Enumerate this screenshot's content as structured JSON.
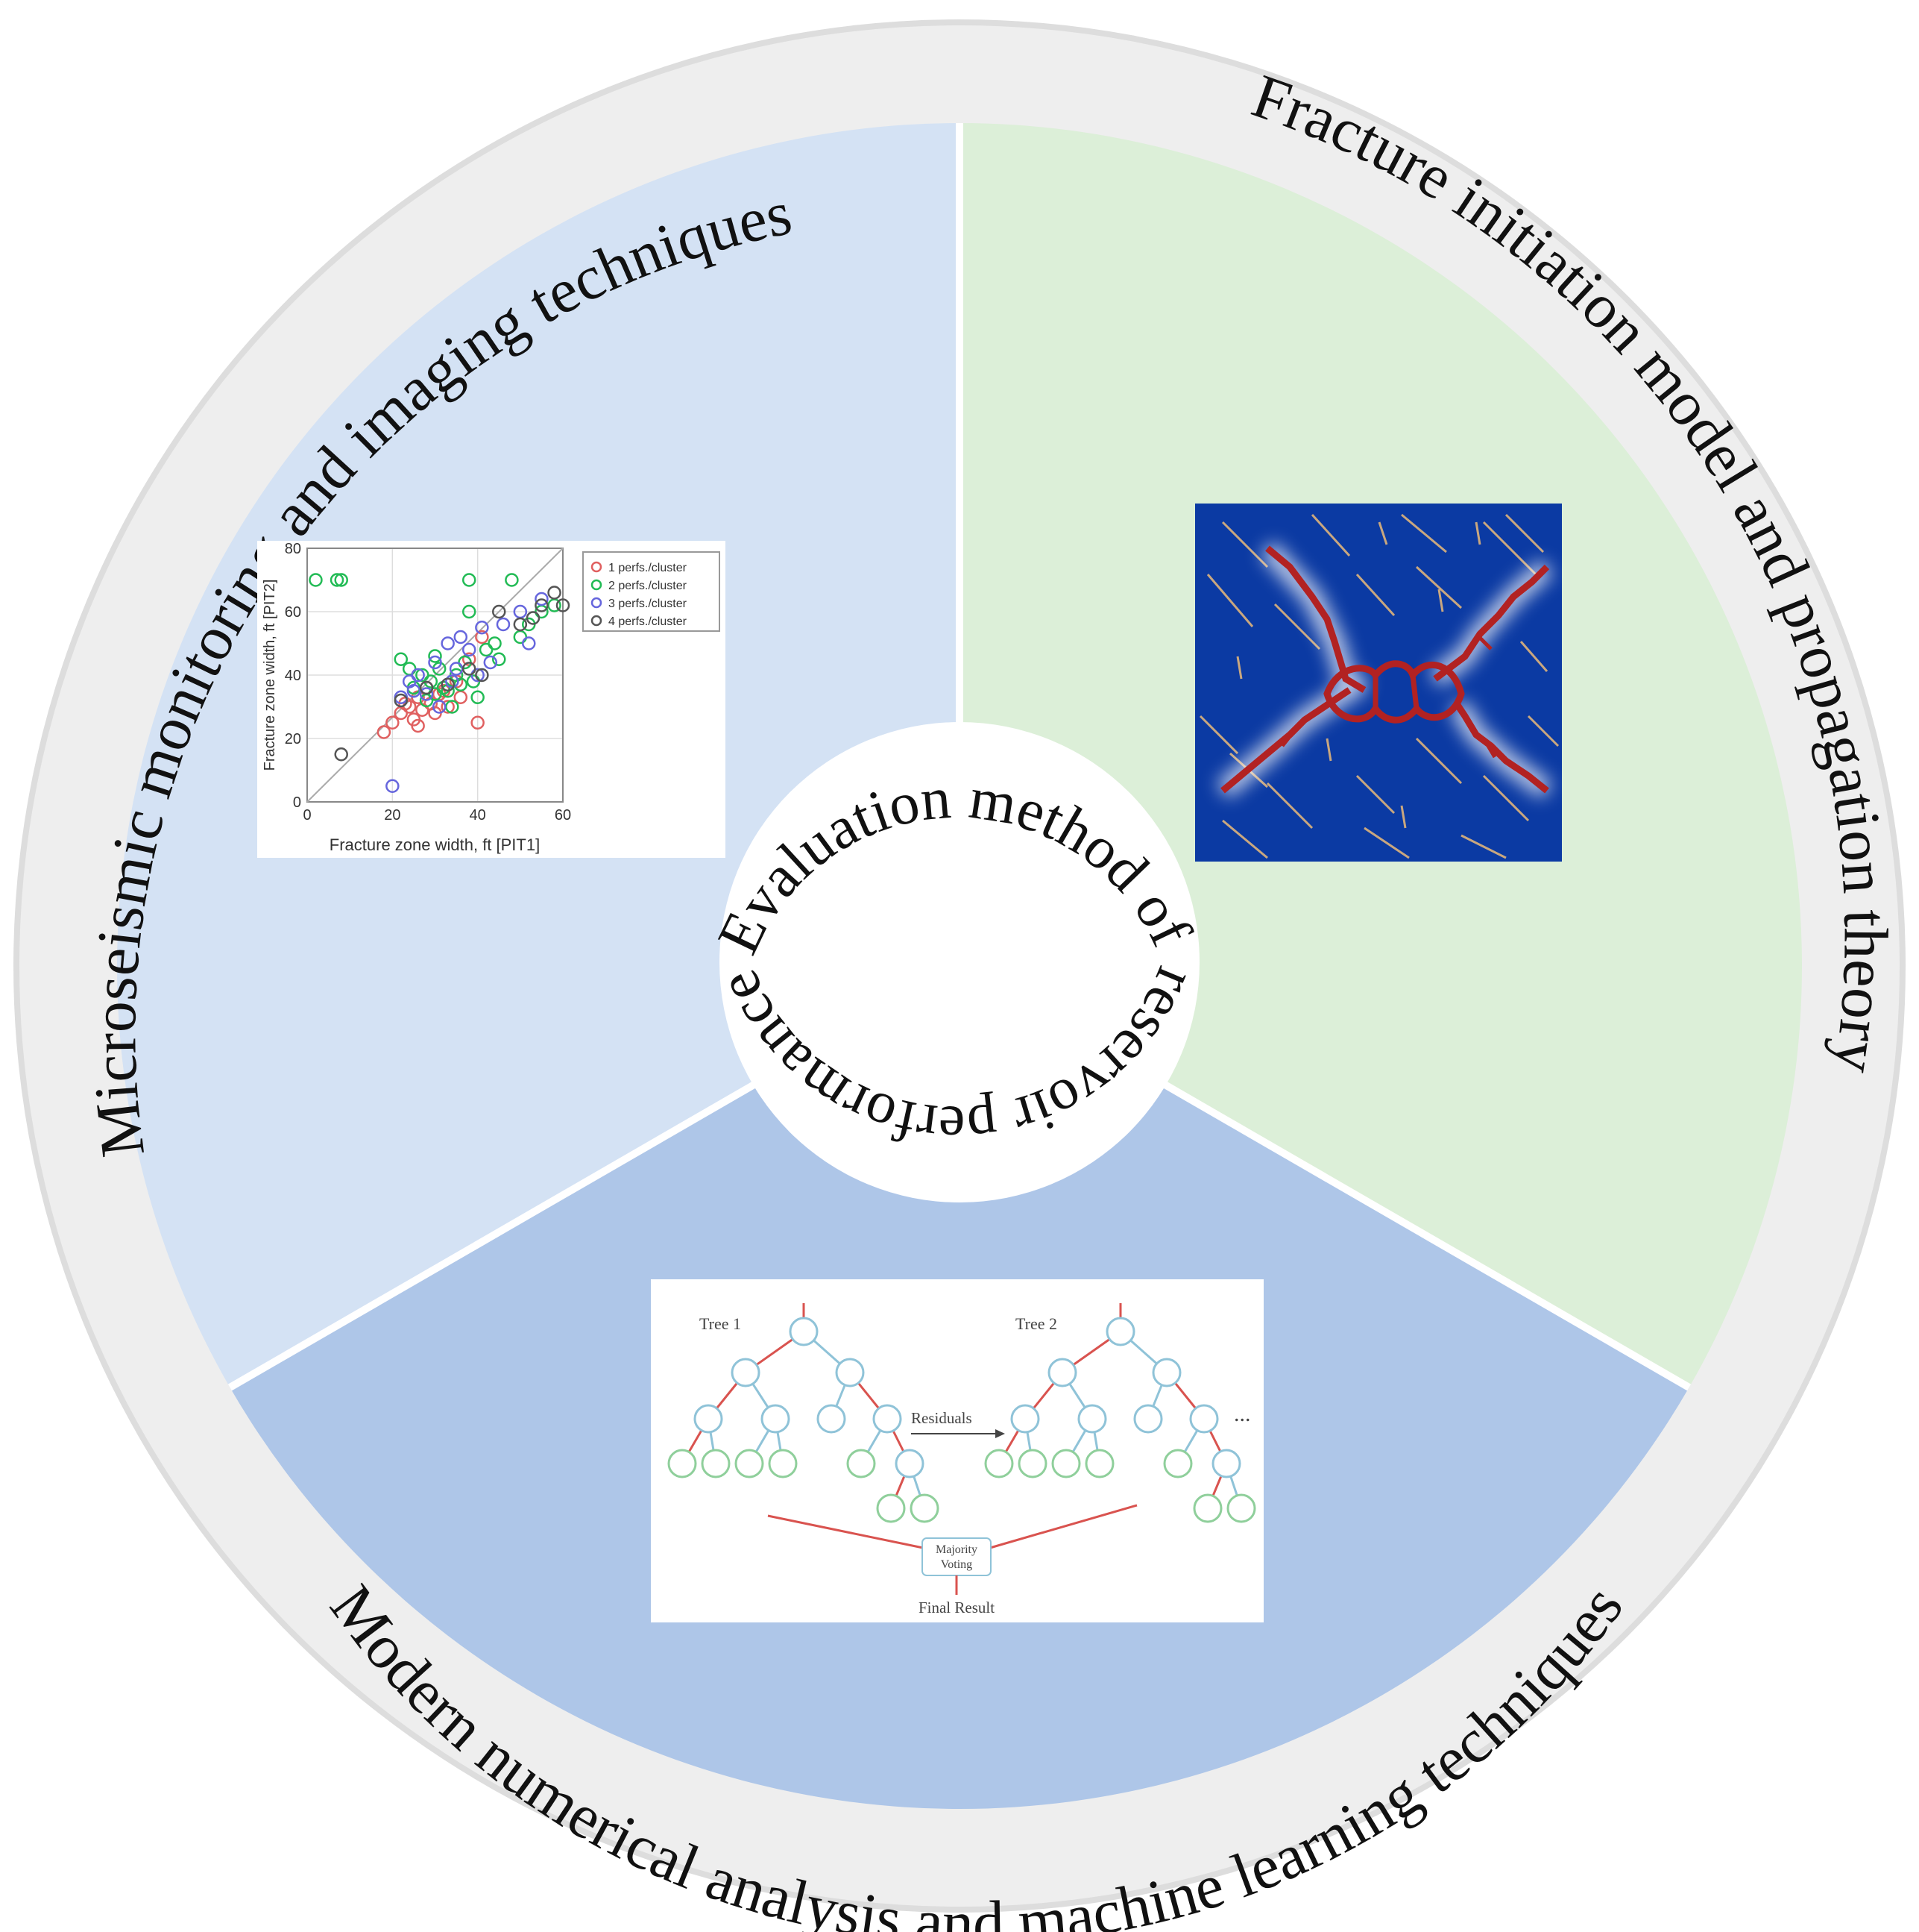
{
  "colors": {
    "ring": "#eeeeee",
    "ring_stroke": "#dddddd",
    "sector_top_left": "#d4e2f4",
    "sector_top_right": "#dcefd8",
    "sector_bottom": "#aec6e8",
    "divider": "#ffffff",
    "center": "#ffffff",
    "fracture_bg": "#0b3aa3",
    "fracture_line": "#b22222",
    "natural_fracture": "#c9a77f",
    "tree_node": "#8fc3d8",
    "tree_leaf": "#8fcf9b",
    "tree_path": "#d9534f"
  },
  "labels": {
    "center": "Evaluation method of reservoir performance",
    "top_left": "Microseismic monitoring and imaging techniques",
    "top_right": "Fracture initiation model and propagation theory",
    "bottom": "Modern numerical analysis and machine learning techniques"
  },
  "tree_diagram": {
    "tree1_label": "Tree 1",
    "tree2_label": "Tree 2",
    "residuals_label": "Residuals",
    "ellipsis": "...",
    "voting_line1": "Majority",
    "voting_line2": "Voting",
    "final_label": "Final Result"
  },
  "chart_data": {
    "type": "scatter",
    "title": "",
    "xlabel": "Fracture zone width, ft [PIT1]",
    "ylabel": "Fracture zone width, ft [PIT2]",
    "xlim": [
      0,
      60
    ],
    "ylim": [
      0,
      80
    ],
    "xticks": [
      0,
      20,
      40,
      60
    ],
    "yticks": [
      0,
      20,
      40,
      60,
      80
    ],
    "grid": true,
    "legend_position": "outside-right",
    "series": [
      {
        "name": "1 perfs./cluster",
        "color": "#e06060",
        "points": [
          [
            18,
            22
          ],
          [
            20,
            25
          ],
          [
            22,
            28
          ],
          [
            24,
            30
          ],
          [
            25,
            26
          ],
          [
            26,
            33
          ],
          [
            27,
            29
          ],
          [
            28,
            36
          ],
          [
            29,
            31
          ],
          [
            30,
            28
          ],
          [
            31,
            34
          ],
          [
            32,
            35
          ],
          [
            33,
            30
          ],
          [
            35,
            38
          ],
          [
            36,
            33
          ],
          [
            38,
            45
          ],
          [
            40,
            25
          ],
          [
            41,
            52
          ],
          [
            26,
            24
          ],
          [
            23,
            31
          ]
        ]
      },
      {
        "name": "2 perfs./cluster",
        "color": "#22bb55",
        "points": [
          [
            2,
            70
          ],
          [
            7,
            70
          ],
          [
            8,
            70
          ],
          [
            22,
            45
          ],
          [
            24,
            42
          ],
          [
            25,
            36
          ],
          [
            27,
            40
          ],
          [
            28,
            32
          ],
          [
            29,
            38
          ],
          [
            30,
            34
          ],
          [
            31,
            42
          ],
          [
            32,
            36
          ],
          [
            33,
            35
          ],
          [
            34,
            30
          ],
          [
            35,
            40
          ],
          [
            36,
            37
          ],
          [
            37,
            44
          ],
          [
            38,
            60
          ],
          [
            39,
            38
          ],
          [
            40,
            33
          ],
          [
            42,
            48
          ],
          [
            44,
            50
          ],
          [
            45,
            45
          ],
          [
            48,
            70
          ],
          [
            50,
            52
          ],
          [
            52,
            56
          ],
          [
            55,
            60
          ],
          [
            58,
            62
          ],
          [
            38,
            70
          ],
          [
            30,
            46
          ]
        ]
      },
      {
        "name": "3 perfs./cluster",
        "color": "#6666dd",
        "points": [
          [
            20,
            5
          ],
          [
            22,
            33
          ],
          [
            24,
            38
          ],
          [
            25,
            35
          ],
          [
            26,
            40
          ],
          [
            28,
            34
          ],
          [
            30,
            44
          ],
          [
            31,
            30
          ],
          [
            33,
            50
          ],
          [
            34,
            38
          ],
          [
            35,
            42
          ],
          [
            36,
            52
          ],
          [
            38,
            48
          ],
          [
            40,
            40
          ],
          [
            41,
            55
          ],
          [
            43,
            44
          ],
          [
            46,
            56
          ],
          [
            50,
            60
          ],
          [
            52,
            50
          ],
          [
            55,
            64
          ]
        ]
      },
      {
        "name": "4 perfs./cluster",
        "color": "#555555",
        "points": [
          [
            8,
            15
          ],
          [
            22,
            32
          ],
          [
            28,
            36
          ],
          [
            33,
            37
          ],
          [
            38,
            42
          ],
          [
            41,
            40
          ],
          [
            45,
            60
          ],
          [
            50,
            56
          ],
          [
            53,
            58
          ],
          [
            55,
            62
          ],
          [
            58,
            66
          ],
          [
            60,
            62
          ]
        ]
      }
    ]
  }
}
